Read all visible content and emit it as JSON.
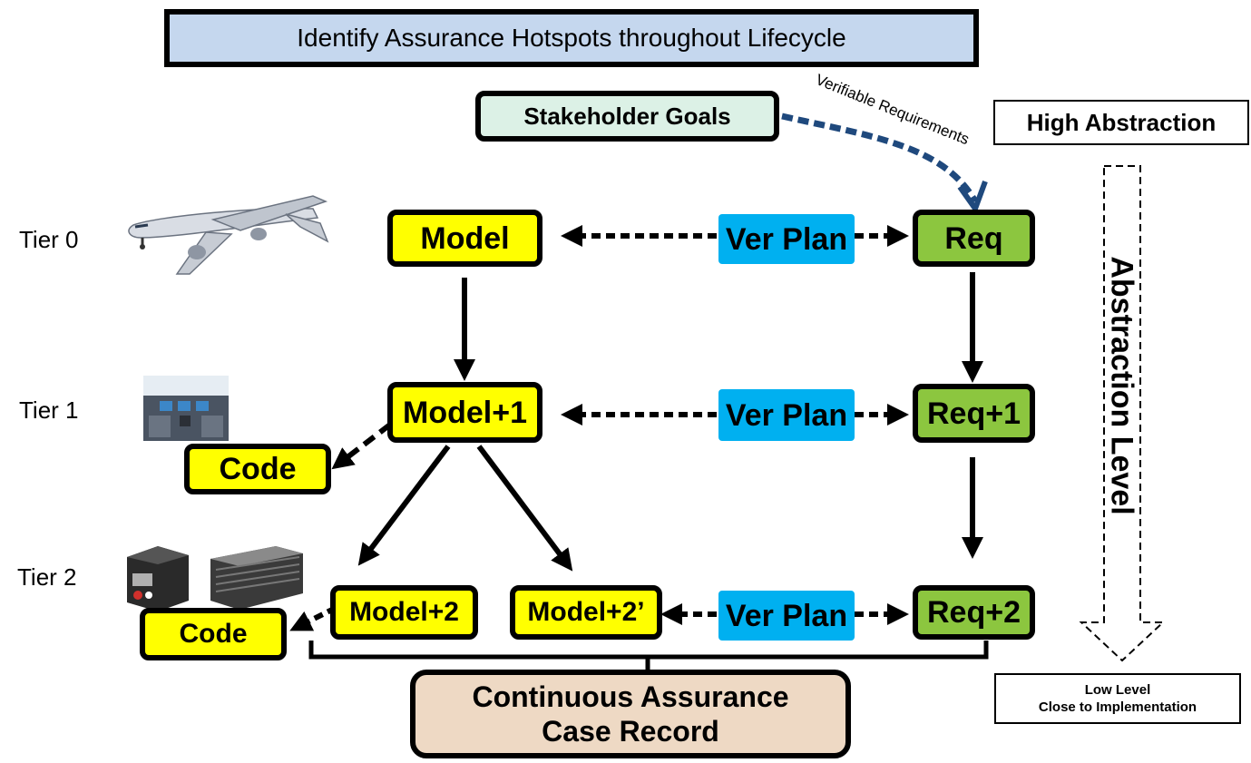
{
  "title": "Identify Assurance Hotspots throughout Lifecycle",
  "stakeholder_goals": "Stakeholder Goals",
  "verifiable_requirements": "Verifiable Requirements",
  "high_abstraction": "High Abstraction",
  "abstraction_level": "Abstraction Level",
  "low_level": {
    "line1": "Low Level",
    "line2": "Close to Implementation"
  },
  "tiers": [
    "Tier 0",
    "Tier 1",
    "Tier 2"
  ],
  "tier0": {
    "model": "Model",
    "ver_plan": "Ver Plan",
    "req": "Req"
  },
  "tier1": {
    "model": "Model+1",
    "ver_plan": "Ver Plan",
    "req": "Req+1",
    "code": "Code"
  },
  "tier2": {
    "model_a": "Model+2",
    "model_b": "Model+2’",
    "ver_plan": "Ver Plan",
    "req": "Req+2",
    "code": "Code"
  },
  "record": {
    "line1": "Continuous Assurance",
    "line2": "Case Record"
  },
  "colors": {
    "title_fill": "#c5d7ee",
    "stakeholder_fill": "#dcf1e6",
    "model_fill": "#ffff00",
    "req_fill": "#8cc63f",
    "verplan_fill": "#00b0f0",
    "record_fill": "#eed9c4",
    "dashed_blue": "#1f497d"
  },
  "icons": [
    "airplane-image",
    "cockpit-image",
    "avionics-hardware-image"
  ]
}
